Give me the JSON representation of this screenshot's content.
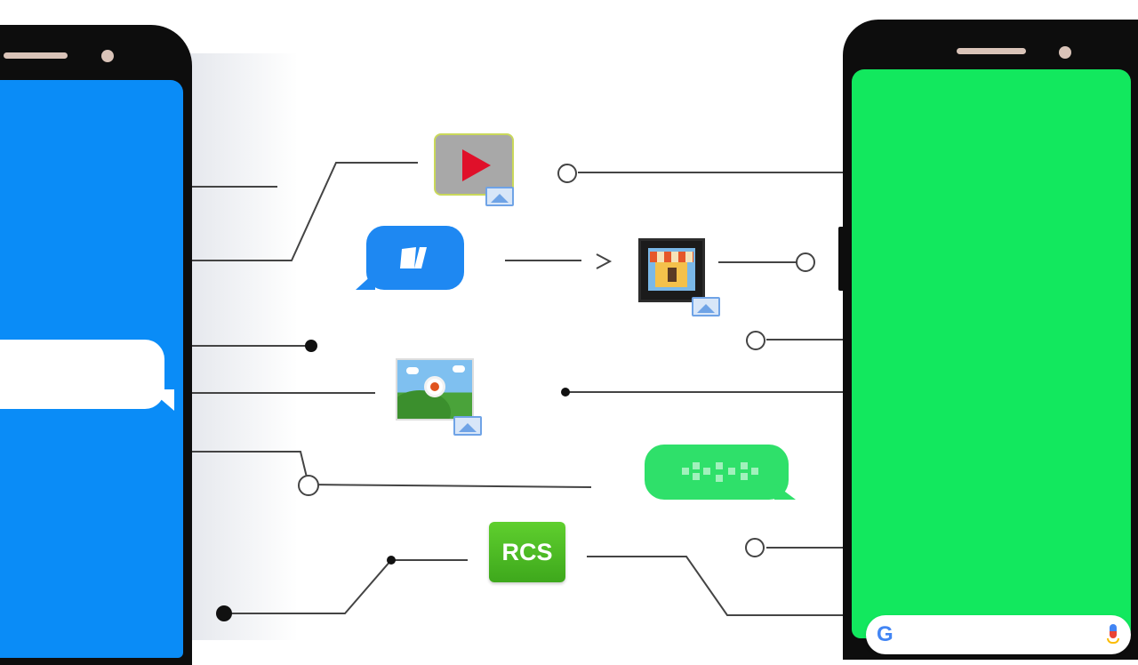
{
  "rcs_badge": {
    "label": "RCS"
  },
  "search_bar": {
    "logo_text": "G"
  },
  "colors": {
    "left_screen": "#0a8cf7",
    "right_screen": "#12e85e",
    "phone_frame": "#0d0d0d",
    "connector": "#444444",
    "rcs_badge": "#4cbb22"
  },
  "icons": [
    "play-video-icon",
    "chat-bubble-icon",
    "storefront-image-icon",
    "landscape-image-icon",
    "typing-bubble-icon",
    "rcs-badge",
    "google-logo-icon",
    "microphone-icon"
  ]
}
